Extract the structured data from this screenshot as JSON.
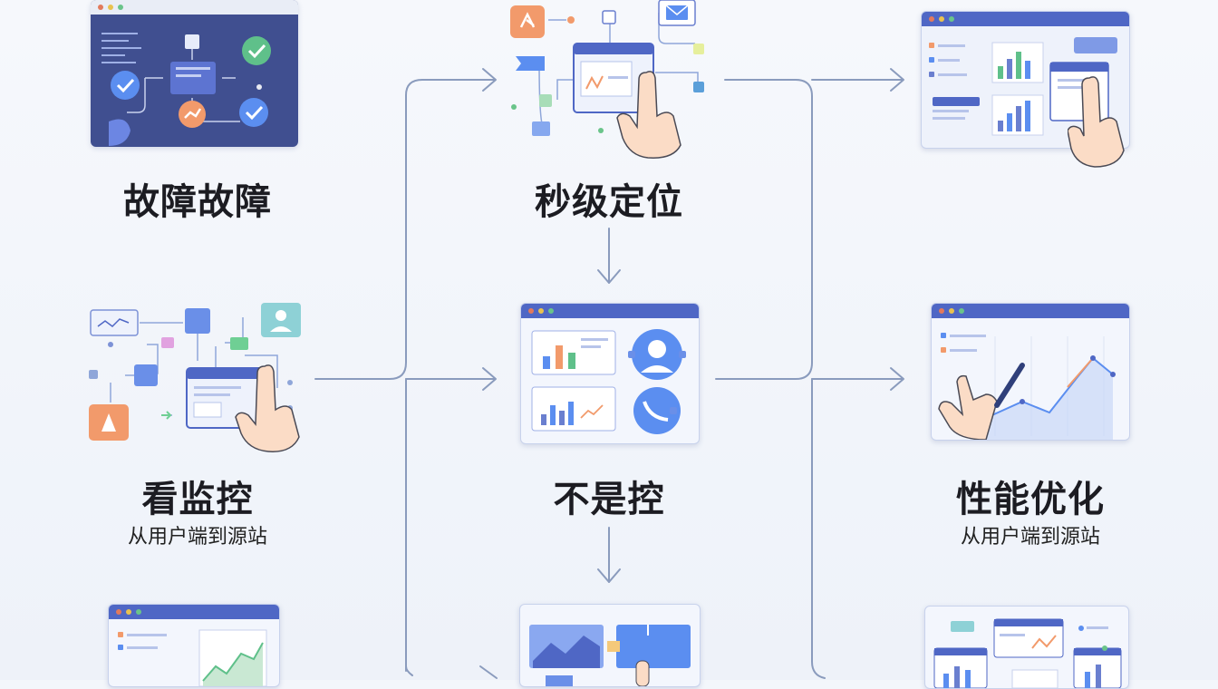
{
  "nodes": {
    "top_left": {
      "title": "故障故障"
    },
    "top_center": {
      "title": "秒级定位"
    },
    "mid_left": {
      "title": "看监控",
      "subtitle": "从用户端到源站"
    },
    "mid_center": {
      "title": "不是控"
    },
    "mid_right": {
      "title": "性能优化",
      "subtitle": "从用户端到源站"
    }
  },
  "colors": {
    "card_header": "#4f67c5",
    "dark_panel": "#3f4f8f",
    "connector": "#8a9bbd",
    "accent_orange": "#f29a6b",
    "accent_green": "#5fc08a",
    "accent_blue": "#5b8ef0"
  }
}
